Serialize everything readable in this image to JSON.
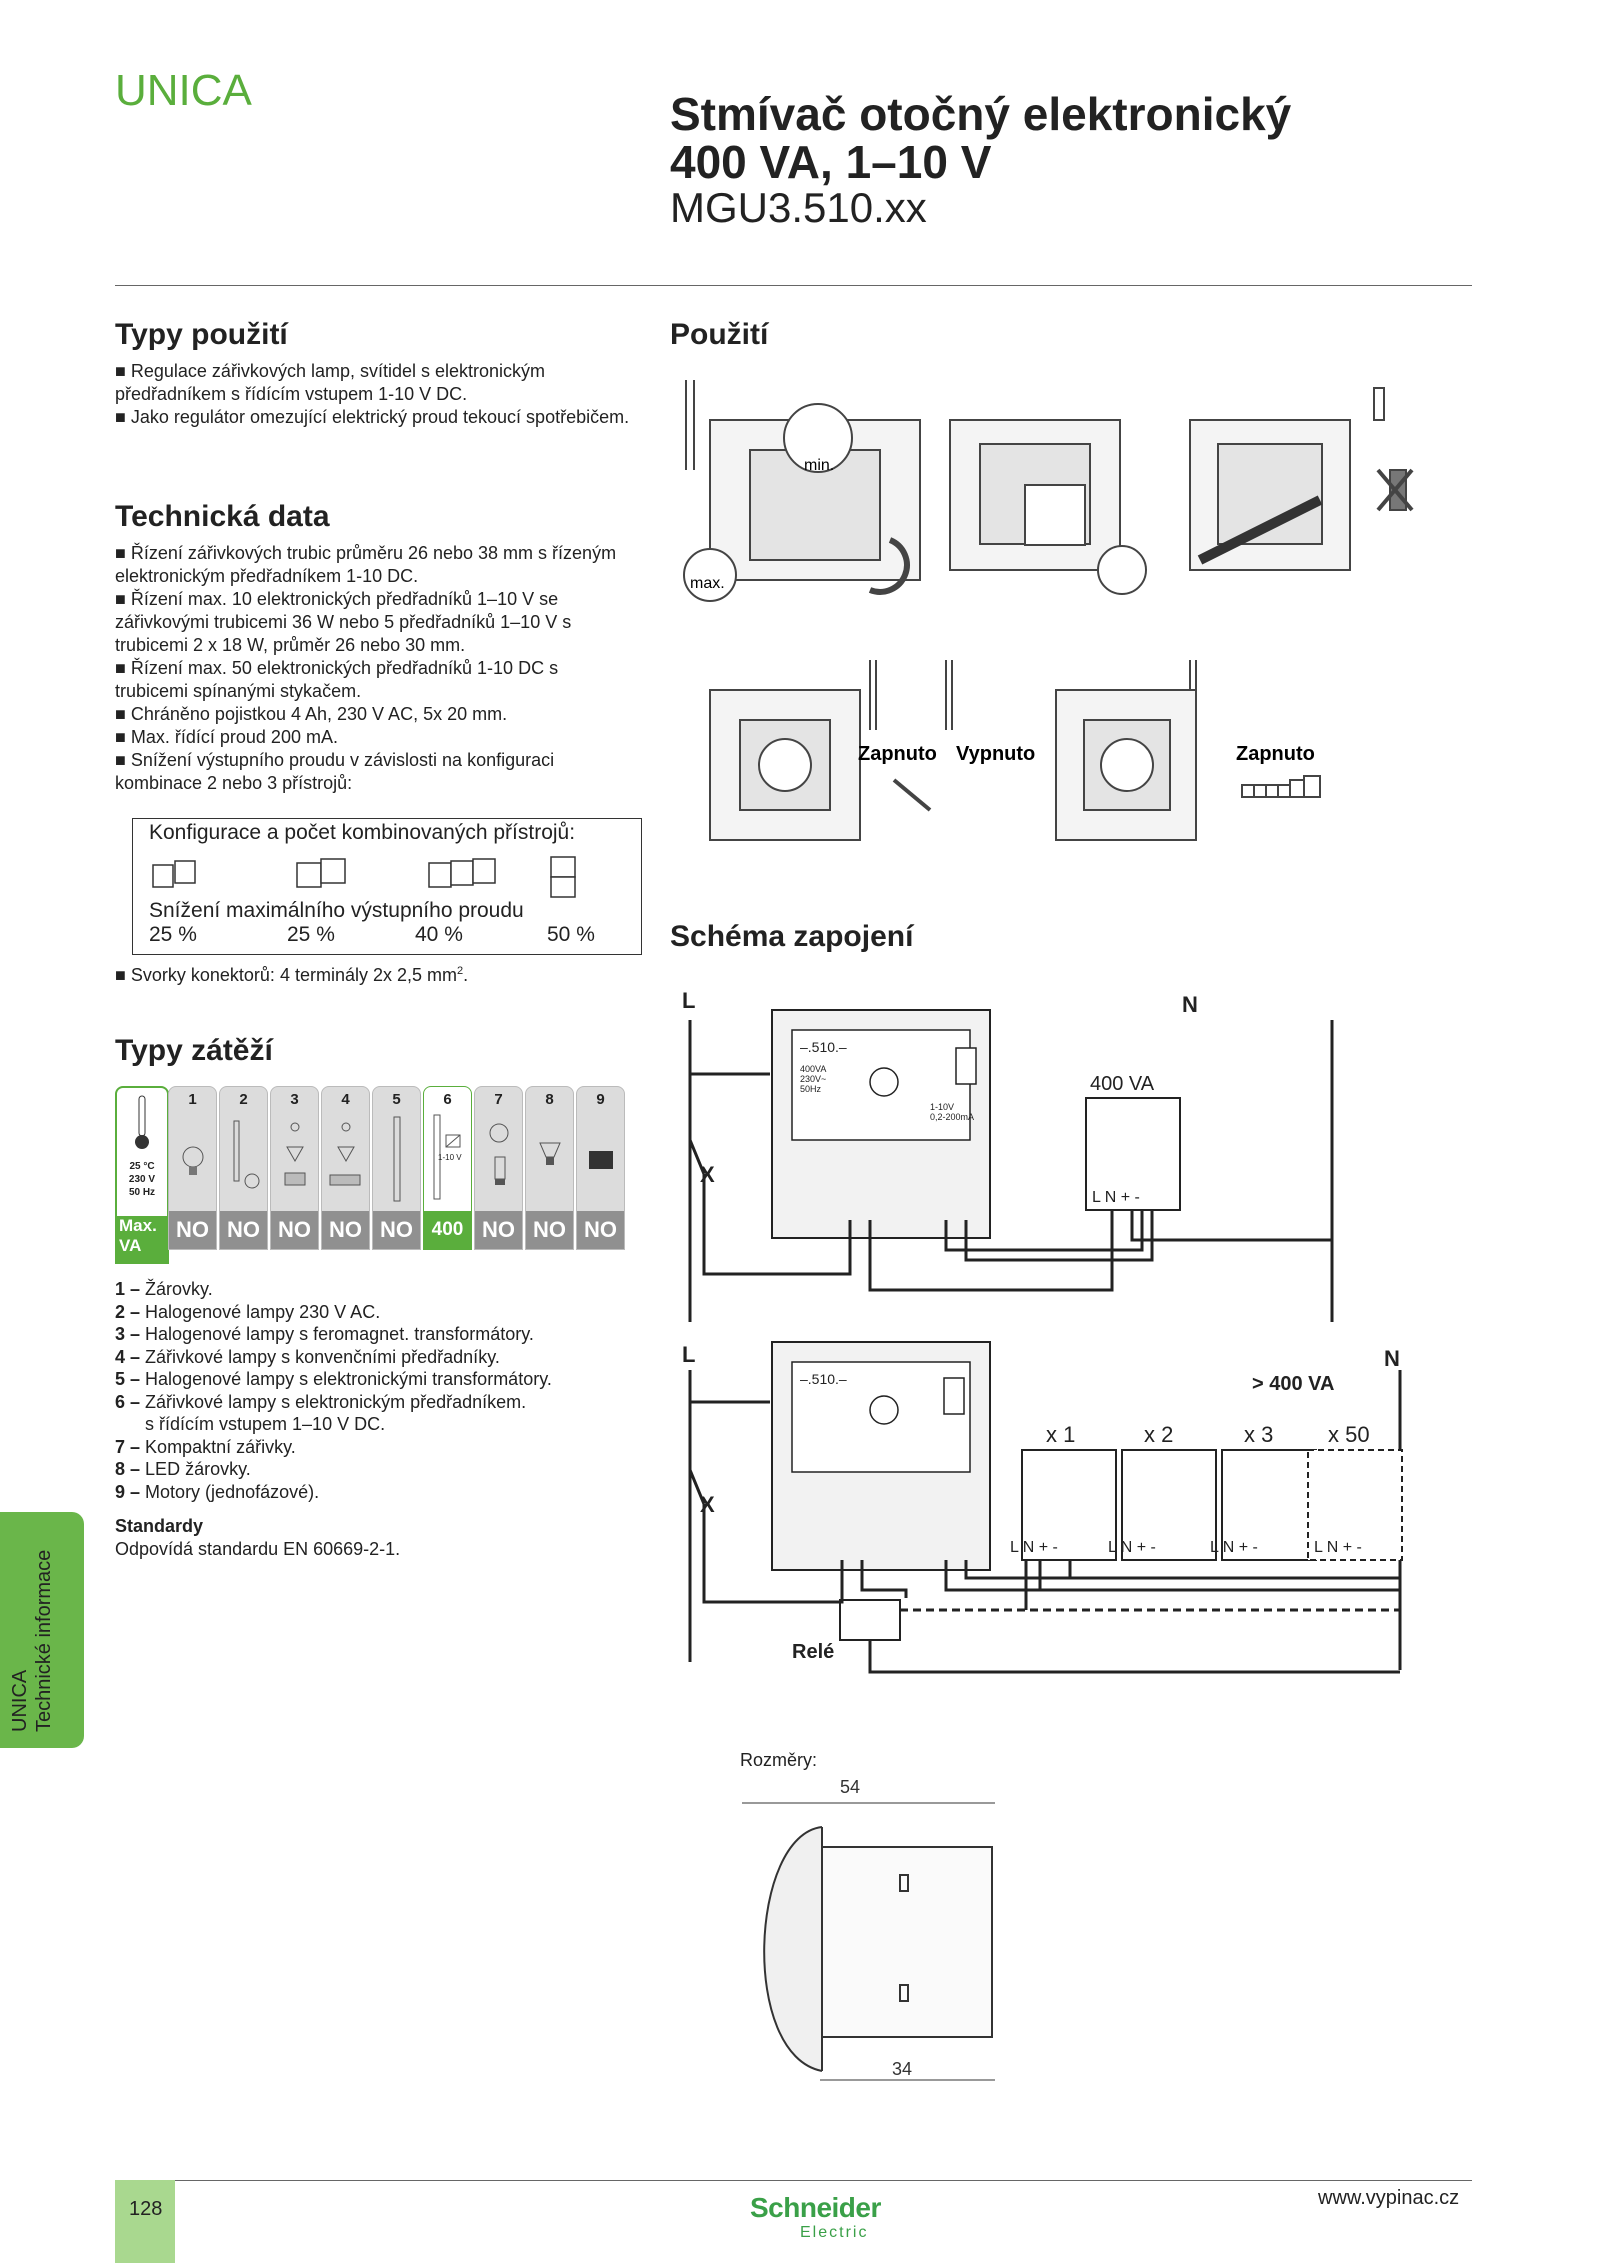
{
  "brand": "UNICA",
  "title": {
    "line1": "Stmívač otočný elektronický",
    "line2": "400 VA, 1–10 V",
    "code": "MGU3.510.xx"
  },
  "sections": {
    "typy_pouziti": {
      "heading": "Typy použití",
      "items": [
        "Regulace zářivkových lamp, svítidel s elektronickým předřadníkem s řídícím vstupem 1-10 V DC.",
        "Jako regulátor omezující elektrický proud tekoucí spotřebičem."
      ]
    },
    "technicka_data": {
      "heading": "Technická data",
      "items": [
        "Řízení zářivkových trubic průměru 26 nebo 38 mm s řízeným elektronickým předřadníkem 1-10 DC.",
        "Řízení max. 10 elektronických předřadníků 1–10 V se zářivkovými trubicemi 36 W nebo 5 předřadníků 1–10 V s trubicemi 2 x 18 W, průměr 26 nebo 30 mm.",
        "Řízení max. 50 elektronických předřadníků 1-10 DC s trubicemi spínanými stykačem.",
        "Chráněno pojistkou 4 Ah, 230 V AC, 5x 20 mm.",
        "Max. řídící proud 200 mA.",
        "Snížení výstupního proudu v závislosti na konfiguraci kombinace 2 nebo 3 přístrojů:"
      ],
      "config_box": {
        "label": "Konfigurace a počet kombinovaných přístrojů:",
        "reduction_label": "Snížení maximálního výstupního proudu",
        "percentages": [
          "25 %",
          "25 %",
          "40 %",
          "50 %"
        ]
      },
      "terminals": "Svorky konektorů: 4 terminály 2x 2,5 mm",
      "terminals_sup": "2",
      "terminals_end": "."
    },
    "typy_zatezi": {
      "heading": "Typy zátěží",
      "first_tile": {
        "temp": "25 °C",
        "volt": "230 V",
        "freq": "50 Hz",
        "bottom": "Max. VA"
      },
      "tiles": [
        {
          "num": "1",
          "value": "NO"
        },
        {
          "num": "2",
          "value": "NO"
        },
        {
          "num": "3",
          "value": "NO"
        },
        {
          "num": "4",
          "value": "NO"
        },
        {
          "num": "5",
          "value": "NO"
        },
        {
          "num": "6",
          "value": "400",
          "sublabel": "1-10 V"
        },
        {
          "num": "7",
          "value": "NO"
        },
        {
          "num": "8",
          "value": "NO"
        },
        {
          "num": "9",
          "value": "NO"
        }
      ],
      "legend": [
        {
          "num": "1 –",
          "text": "Žárovky."
        },
        {
          "num": "2 –",
          "text": "Halogenové lampy 230 V AC."
        },
        {
          "num": "3 –",
          "text": "Halogenové lampy s feromagnet. transformátory."
        },
        {
          "num": "4 –",
          "text": "Zářivkové lampy s konvenčními předřadníky."
        },
        {
          "num": "5 –",
          "text": "Halogenové lampy s elektronickými transformátory."
        },
        {
          "num": "6 –",
          "text": "Zářivkové lampy s elektronickým předřadníkem."
        },
        {
          "num": "",
          "text": "s řídícím vstupem 1–10 V DC."
        },
        {
          "num": "7 –",
          "text": "Kompaktní zářivky."
        },
        {
          "num": "8 –",
          "text": "LED žárovky."
        },
        {
          "num": "9 –",
          "text": "Motory (jednofázové)."
        }
      ],
      "standards_heading": "Standardy",
      "standards_text": "Odpovídá standardu EN 60669-2-1."
    },
    "pouziti": {
      "heading": "Použití",
      "min_label": "min.",
      "max_label": "max.",
      "on_label": "Zapnuto",
      "off_label": "Vypnuto",
      "on_label2": "Zapnuto"
    },
    "schema": {
      "heading": "Schéma zapojení",
      "L": "L",
      "N": "N",
      "device_code": "–.510.–",
      "device_spec1": "400VA",
      "device_spec2": "230V~",
      "device_spec3": "50Hz",
      "device_spec4": "1-10V",
      "device_spec5": "0,2-200mA",
      "load_label": "400 VA",
      "terminals": "L  N  +  -",
      "over_label": "> 400 VA",
      "multipliers": [
        "x 1",
        "x 2",
        "x 3",
        "x 50"
      ],
      "relay_label": "Relé",
      "x_mark": "X"
    },
    "rozmery": {
      "label": "Rozměry:",
      "width": "54",
      "depth": "34"
    }
  },
  "sidetab": {
    "line1": "UNICA",
    "line2": "Technické informace"
  },
  "footer": {
    "page_number": "128",
    "url": "www.vypinac.cz",
    "logo_main": "Schneider",
    "logo_sub": "Electric"
  },
  "colors": {
    "green": "#5aae3c",
    "tab_green": "#6ab64a",
    "tile_grey": "#909090"
  }
}
